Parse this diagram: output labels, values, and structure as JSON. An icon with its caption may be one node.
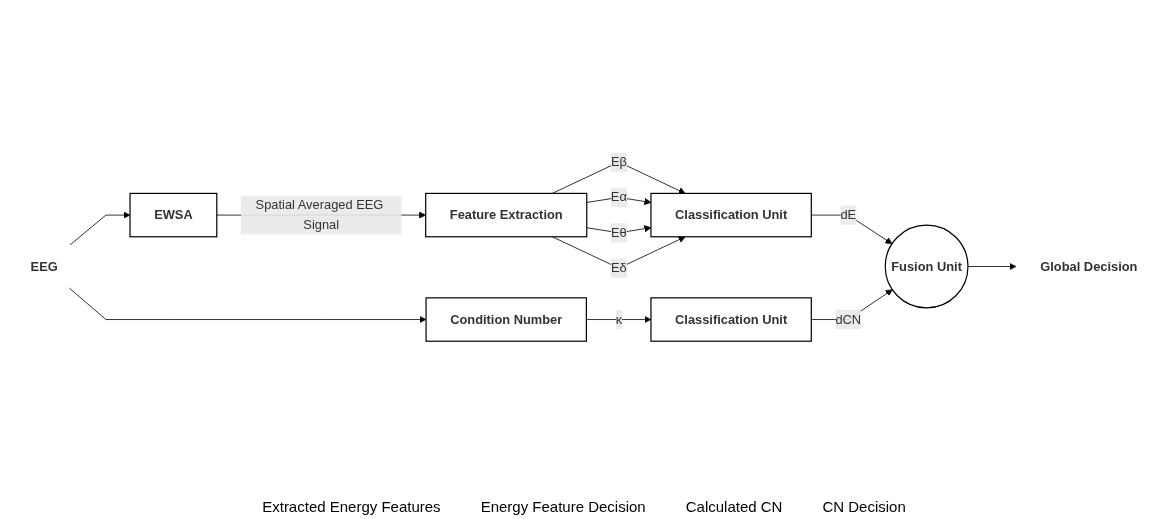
{
  "diagram": {
    "nodes": [
      {
        "text": [
          "EEG"
        ]
      },
      {
        "text": [
          "EWSA"
        ]
      },
      {
        "text": [
          "Feature Extraction"
        ]
      },
      {
        "text": [
          "Classification Unit"
        ]
      },
      {
        "text": [
          "Fusion Unit"
        ]
      },
      {
        "text": [
          "Global Decision"
        ]
      },
      {
        "text": [
          "Condition Number"
        ]
      },
      {
        "text": [
          "Classification Unit"
        ]
      }
    ],
    "edges": [
      {
        "from": 0,
        "to": 1,
        "arrow": "to"
      },
      {
        "from": 0,
        "to": 6,
        "arrow": "to"
      },
      {
        "from": 1,
        "to": 2,
        "arrow": "to",
        "label": "Spatial Averaged EEG Signal"
      },
      {
        "from": 2,
        "to": 3,
        "arrow": "to",
        "label": "Eβ"
      },
      {
        "from": 2,
        "to": 3,
        "arrow": "to",
        "label": "Eα"
      },
      {
        "from": 2,
        "to": 3,
        "arrow": "to",
        "label": "Eθ"
      },
      {
        "from": 2,
        "to": 3,
        "arrow": "to",
        "label": "Eδ"
      },
      {
        "from": 3,
        "to": 4,
        "arrow": "to",
        "label": "dE"
      },
      {
        "from": 6,
        "to": 7,
        "arrow": "to",
        "label": "κ"
      },
      {
        "from": 7,
        "to": 4,
        "arrow": "to",
        "label": "dCN"
      },
      {
        "from": 4,
        "to": 5,
        "arrow": "to"
      }
    ],
    "labels": [
      "Extracted Energy Features",
      "Energy Feature Decision",
      "Calculated CN",
      "CN Decision"
    ]
  }
}
